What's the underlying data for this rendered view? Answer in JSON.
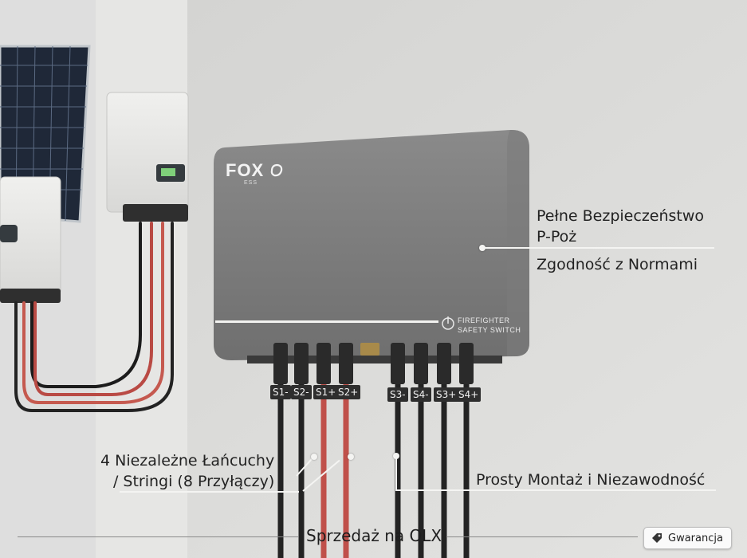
{
  "product": {
    "brand": "FOX",
    "brand_sub": "ESS",
    "panel_text_line1": "FIREFIGHTER",
    "panel_text_line2": "SAFETY SWITCH"
  },
  "ports": [
    "S1-",
    "S2-",
    "S1+",
    "S2+",
    "S3-",
    "S4-",
    "S3+",
    "S4+"
  ],
  "callouts": {
    "safety_line1": "Pełne Bezpieczeństwo",
    "safety_line2": "P-Poż",
    "norms": "Zgodność z Normami",
    "strings_line1": "4 Niezależne Łańcuchy",
    "strings_line2": "/ Stringi (8 Przyłączy)",
    "mounting": "Prosty Montaż i Niezawodność"
  },
  "footer": {
    "text": "Sprzedaż na OLX",
    "badge_label": "Gwarancja",
    "badge_icon": "tag-icon"
  }
}
